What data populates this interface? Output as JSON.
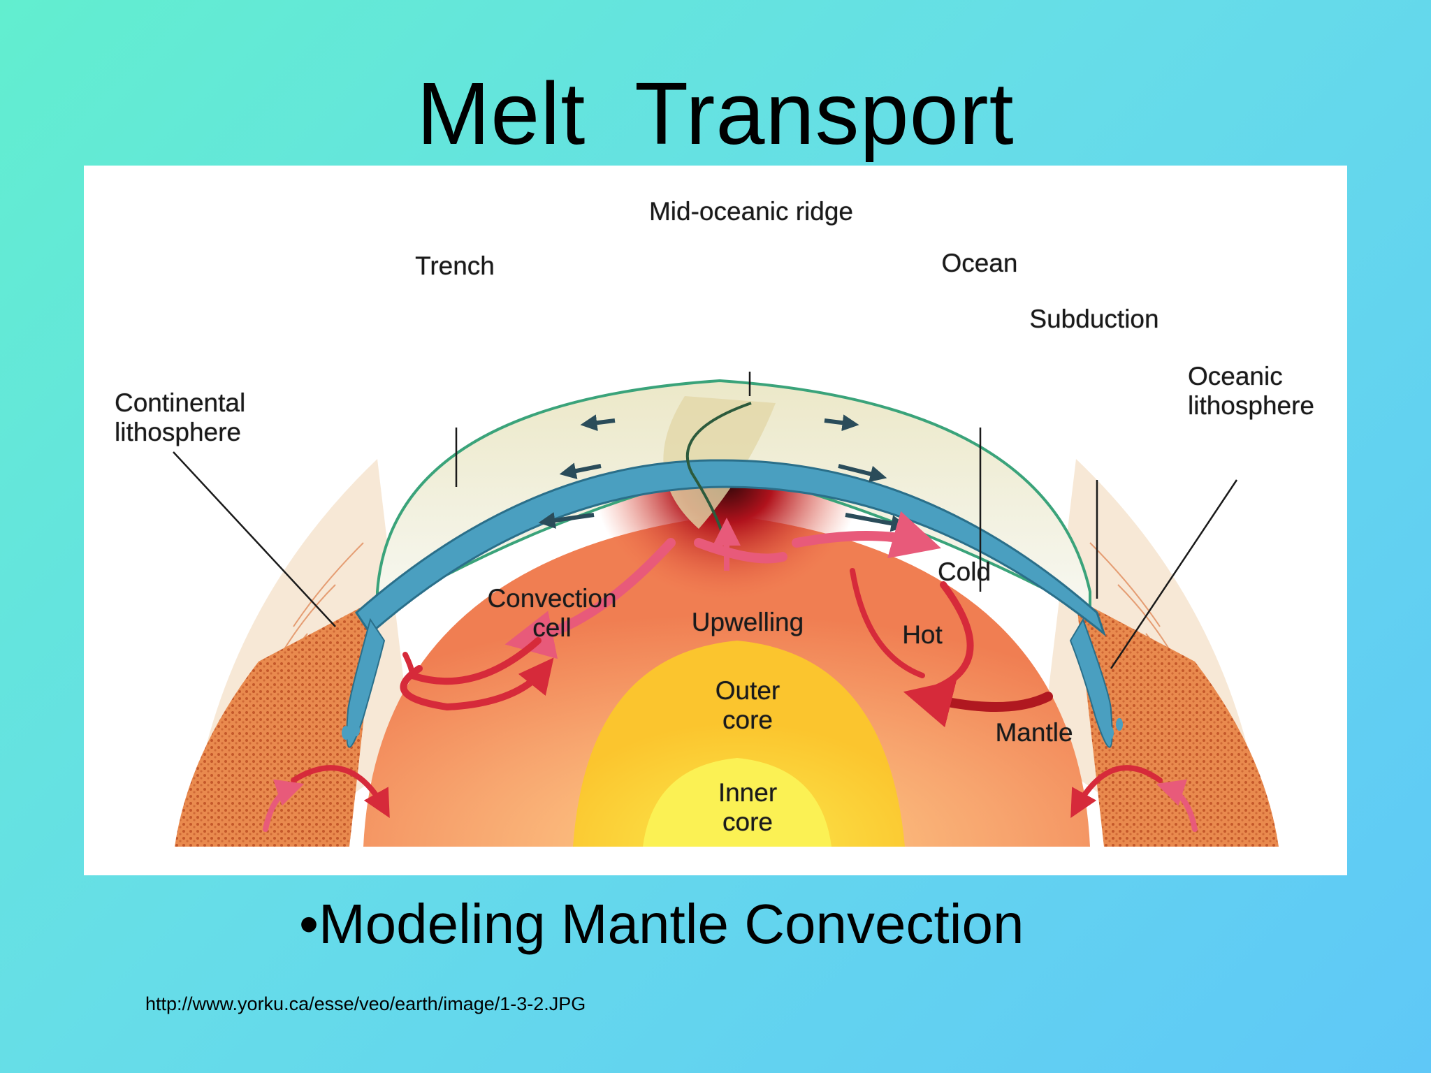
{
  "slide": {
    "title": "Melt  Transport",
    "bullet": "•Modeling Mantle Convection",
    "source": "http://www.yorku.ca/esse/veo/earth/image/1-3-2.JPG"
  },
  "diagram": {
    "labels": {
      "mid_oceanic_ridge": "Mid-oceanic ridge",
      "trench": "Trench",
      "ocean": "Ocean",
      "subduction": "Subduction",
      "continental_lithosphere_1": "Continental",
      "continental_lithosphere_2": "lithosphere",
      "oceanic_lithosphere_1": "Oceanic",
      "oceanic_lithosphere_2": "lithosphere",
      "convection_cell_1": "Convection",
      "convection_cell_2": "cell",
      "upwelling": "Upwelling",
      "cold": "Cold",
      "hot": "Hot",
      "outer_core_1": "Outer",
      "outer_core_2": "core",
      "mantle": "Mantle",
      "inner_core_1": "Inner",
      "inner_core_2": "core"
    },
    "colors": {
      "ocean_water": "#f4f6ec",
      "oceanic_crust": "#4a9fc0",
      "mantle": "#f49a64",
      "upwelling_hot": "#c0141c",
      "outer_core": "#fbd23a",
      "inner_core": "#fbf25a",
      "continental_crust": "#e9844a",
      "convection_arrow": "#d62a3a"
    }
  }
}
